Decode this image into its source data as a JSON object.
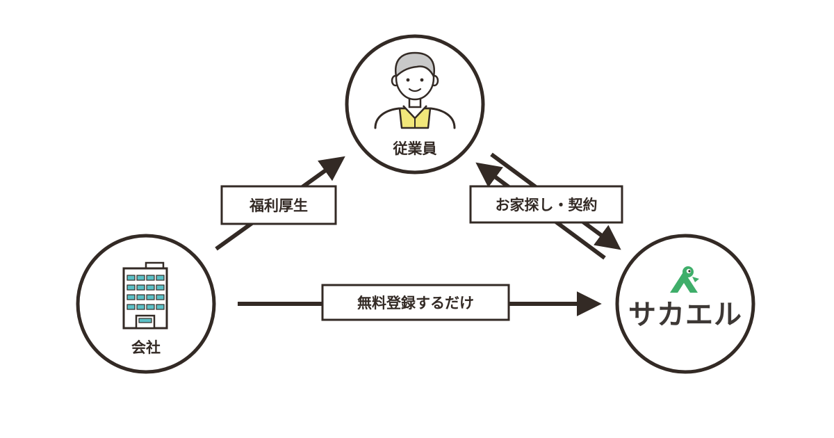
{
  "nodes": {
    "employee": {
      "label": "従業員"
    },
    "company": {
      "label": "会社"
    },
    "sakaeru": {
      "logo_text": "サカエル"
    }
  },
  "relations": {
    "welfare": {
      "label": "福利厚生"
    },
    "house_hunting": {
      "label": "お家探し・契約"
    },
    "free_registration": {
      "label": "無料登録するだけ"
    }
  },
  "colors": {
    "ink": "#332a25",
    "shirt_yellow": "#f2e77a",
    "window_teal": "#5bc0c6",
    "brand_green": "#3fae6a",
    "hair_gray": "#c9c9c9"
  }
}
